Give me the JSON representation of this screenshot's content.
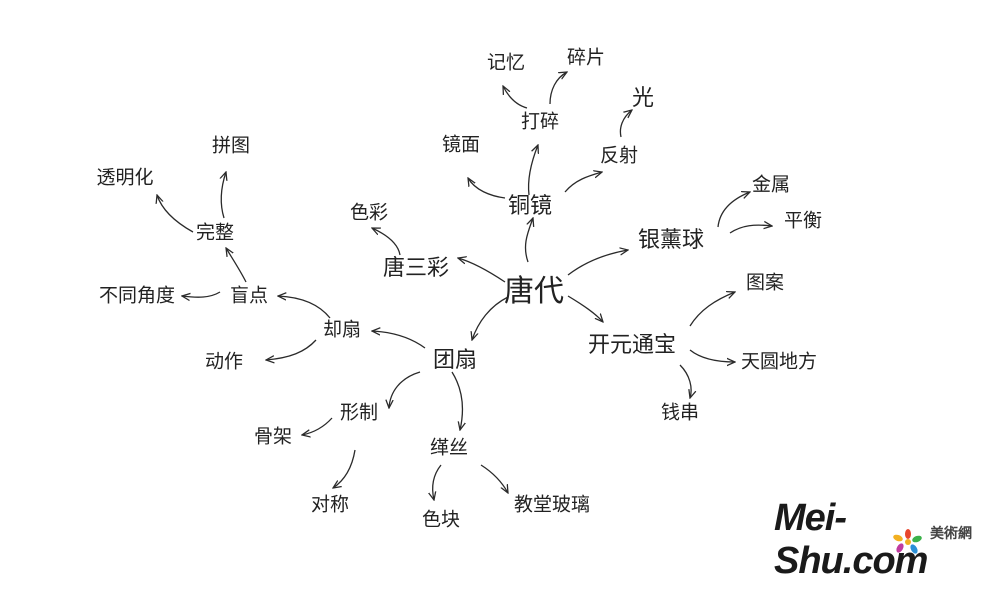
{
  "mindmap": {
    "center": "唐代",
    "nodes": {
      "tongjing": "铜镜",
      "jingmian": "镜面",
      "dasui": "打碎",
      "jiyi": "记忆",
      "suipian": "碎片",
      "fanshe": "反射",
      "guang": "光",
      "tangsancai": "唐三彩",
      "secai": "色彩",
      "yinxunqiu": "银薰球",
      "jinshu": "金属",
      "pingheng": "平衡",
      "kaiyuantongbao": "开元通宝",
      "tuan": "图案",
      "tianyuandifang": "天圆地方",
      "qianchuan": "钱串",
      "tuanshan": "团扇",
      "queshan": "却扇",
      "dongzuo": "动作",
      "mangdian": "盲点",
      "butongjiaodu": "不同角度",
      "wanzheng": "完整",
      "touminghua": "透明化",
      "pintu": "拼图",
      "xingzhi": "形制",
      "gujia": "骨架",
      "duicheng": "对称",
      "chousi": "缂丝",
      "sekuai": "色块",
      "jiaotangboli": "教堂玻璃"
    }
  },
  "watermark": {
    "brand": "Mei-Shu.com",
    "cn": "美術網",
    "colors": [
      "#e8452c",
      "#f2b021",
      "#3bb24a",
      "#2a8fd6",
      "#c03aa0"
    ]
  }
}
